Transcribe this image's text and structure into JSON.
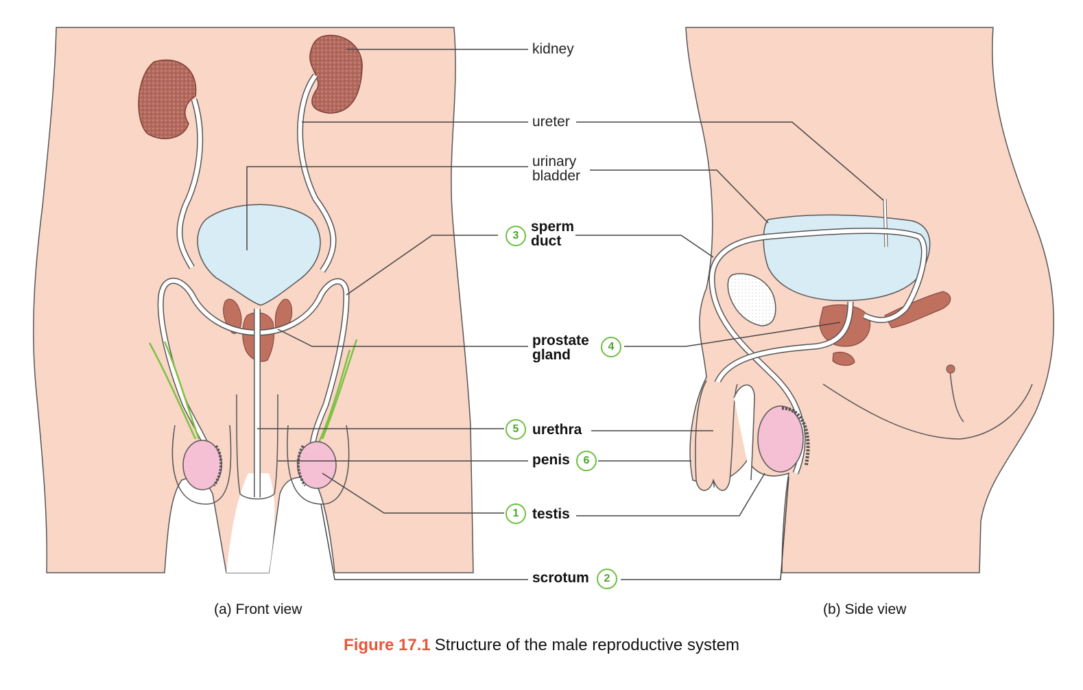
{
  "figure": {
    "number": "Figure 17.1",
    "title": "Structure of the male reproductive system"
  },
  "panels": {
    "front": "(a) Front view",
    "side": "(b) Side view"
  },
  "labels": {
    "kidney": "kidney",
    "ureter": "ureter",
    "urinary_bladder_1": "urinary",
    "urinary_bladder_2": "bladder",
    "sperm_duct_1": "sperm",
    "sperm_duct_2": "duct",
    "prostate_1": "prostate",
    "prostate_2": "gland",
    "urethra": "urethra",
    "penis": "penis",
    "testis": "testis",
    "scrotum": "scrotum"
  },
  "badges": {
    "sperm_duct": "3",
    "prostate": "4",
    "urethra": "5",
    "penis": "6",
    "testis": "1",
    "scrotum": "2"
  },
  "colors": {
    "skin": "#f9d6c6",
    "kidney": "#b36a5e",
    "bladder": "#d8ecf5",
    "testis": "#f6c0d4",
    "prostate": "#c0705e",
    "badge": "#6cbf3e",
    "figure_number": "#e8563a",
    "tube": "#ffffff",
    "vessel": "#7cc142"
  }
}
